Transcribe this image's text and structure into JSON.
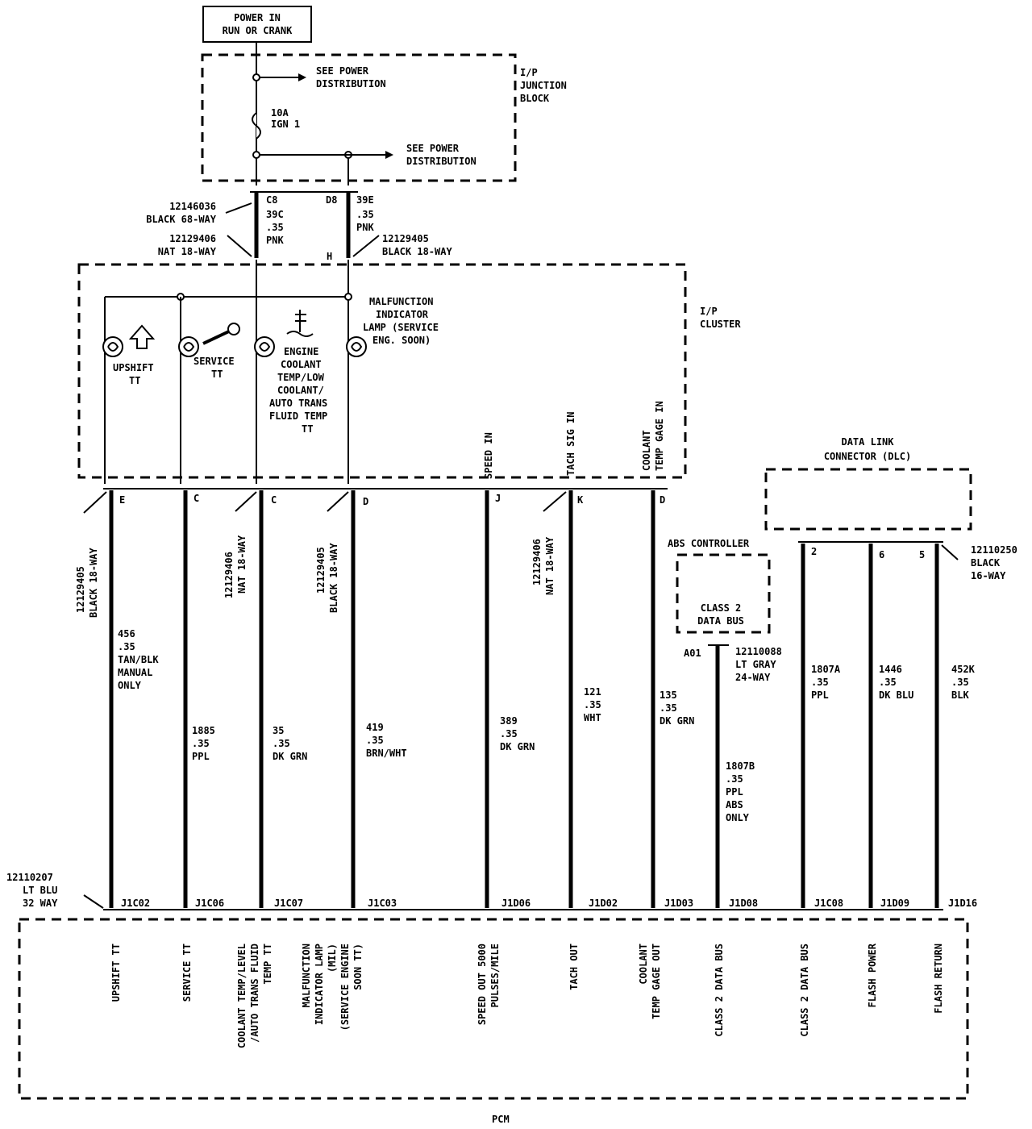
{
  "power_box": {
    "line1": "POWER IN",
    "line2": "RUN OR CRANK"
  },
  "junction_block": {
    "label": [
      "I/P",
      "JUNCTION",
      "BLOCK"
    ],
    "see_power_1": [
      "SEE POWER",
      "DISTRIBUTION"
    ],
    "see_power_2": [
      "SEE POWER",
      "DISTRIBUTION"
    ],
    "fuse": [
      "10A",
      "IGN 1"
    ]
  },
  "upper_connectors": {
    "left_part": [
      "12146036",
      "BLACK 68-WAY"
    ],
    "left_part2": [
      "12129406",
      "NAT 18-WAY"
    ],
    "right_part": [
      "12129405",
      "BLACK 18-WAY"
    ],
    "c8": "C8",
    "d8": "D8",
    "h": "H",
    "wire_39c": [
      "39C",
      ".35",
      "PNK"
    ],
    "wire_39e": [
      "39E",
      ".35",
      "PNK"
    ]
  },
  "cluster": {
    "label": [
      "I/P",
      "CLUSTER"
    ],
    "upshift": [
      "UPSHIFT",
      "TT"
    ],
    "service": [
      "SERVICE",
      "TT"
    ],
    "engine": [
      "ENGINE",
      "COOLANT",
      "TEMP/LOW",
      "COOLANT/",
      "AUTO TRANS",
      "FLUID TEMP",
      "TT"
    ],
    "mil": [
      "MALFUNCTION",
      "INDICATOR",
      "LAMP (SERVICE",
      "ENG.  SOON)"
    ],
    "speed_in": "SPEED IN",
    "tach_sig_in": "TACH SIG IN",
    "coolant_gage_in": [
      "COOLANT",
      "TEMP GAGE IN"
    ]
  },
  "pins": {
    "E": "E",
    "C1": "C",
    "C2": "C",
    "D1": "D",
    "J": "J",
    "K": "K",
    "D2": "D",
    "p2": "2",
    "p6": "6",
    "p5": "5",
    "a01": "A01"
  },
  "mid_connectors": {
    "c1": [
      "12129405",
      "BLACK 18-WAY"
    ],
    "c2": [
      "12129406",
      "NAT 18-WAY"
    ],
    "c3": [
      "12129405",
      "BLACK 18-WAY"
    ],
    "c4": [
      "12129406",
      "NAT 18-WAY"
    ],
    "dlc_part": [
      "12110250",
      "BLACK",
      "16-WAY"
    ],
    "abs_part": [
      "12110088",
      "LT GRAY",
      "24-WAY"
    ]
  },
  "wires": {
    "w456": [
      "456",
      ".35",
      "TAN/BLK",
      "MANUAL",
      "ONLY"
    ],
    "w1885": [
      "1885",
      ".35",
      "PPL"
    ],
    "w35": [
      "35",
      ".35",
      "DK GRN"
    ],
    "w419": [
      "419",
      ".35",
      "BRN/WHT"
    ],
    "w389": [
      "389",
      ".35",
      "DK GRN"
    ],
    "w121": [
      "121",
      ".35",
      "WHT"
    ],
    "w135": [
      "135",
      ".35",
      "DK GRN"
    ],
    "w1807b": [
      "1807B",
      ".35",
      "PPL",
      "ABS",
      "ONLY"
    ],
    "w1807a": [
      "1807A",
      ".35",
      "PPL"
    ],
    "w1446": [
      "1446",
      ".35",
      "DK BLU"
    ],
    "w452k": [
      "452K",
      ".35",
      "BLK"
    ]
  },
  "dlc": {
    "label": [
      "DATA LINK",
      "CONNECTOR (DLC)"
    ]
  },
  "abs": {
    "label": "ABS CONTROLLER",
    "bus": [
      "CLASS 2",
      "DATA BUS"
    ]
  },
  "pcm_connector": [
    "12110207",
    "LT BLU",
    "32 WAY"
  ],
  "pcm_pins": [
    "J1C02",
    "J1C06",
    "J1C07",
    "J1C03",
    "J1D06",
    "J1D02",
    "J1D03",
    "J1D08",
    "J1C08",
    "J1D09",
    "J1D16"
  ],
  "pcm_functions": {
    "f1": [
      "UPSHIFT TT"
    ],
    "f2": [
      "SERVICE TT"
    ],
    "f3": [
      "COOLANT TEMP/LEVEL",
      "/AUTO TRANS FLUID",
      "TEMP TT"
    ],
    "f4": [
      "MALFUNCTION",
      "INDICATOR LAMP",
      "(MIL)",
      "(SERVICE ENGINE",
      "SOON TT)"
    ],
    "f5": [
      "SPEED OUT 5000",
      "PULSES/MILE"
    ],
    "f6": [
      "TACH OUT"
    ],
    "f7": [
      "COOLANT",
      "TEMP GAGE OUT"
    ],
    "f8": [
      "CLASS 2 DATA BUS"
    ],
    "f9": [
      "CLASS 2 DATA BUS"
    ],
    "f10": [
      "FLASH POWER"
    ],
    "f11": [
      "FLASH RETURN"
    ]
  },
  "pcm_label": "PCM"
}
